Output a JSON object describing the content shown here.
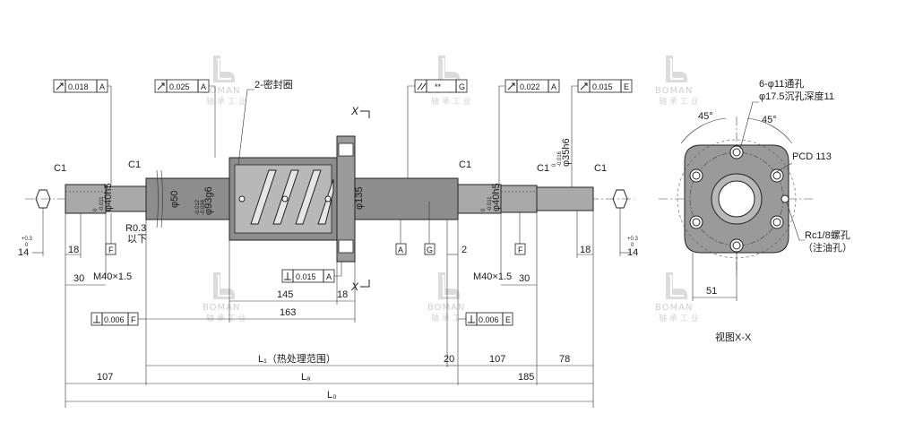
{
  "watermark": {
    "brand": "BOMAN",
    "cn": "轴 承 工 业"
  },
  "gdt": {
    "runout_left": {
      "tol": "0.018",
      "datum": "A"
    },
    "runout_mid": {
      "tol": "0.025",
      "datum": "A"
    },
    "special": {
      "tol": "**",
      "datum": "G"
    },
    "runout_r1": {
      "tol": "0.022",
      "datum": "A"
    },
    "runout_r2": {
      "tol": "0.015",
      "datum": "E"
    },
    "perp_flange": {
      "tol": "0.015",
      "datum": "A"
    },
    "perp_left": {
      "tol": "0.006",
      "datum": "F"
    },
    "perp_right": {
      "tol": "0.006",
      "datum": "E"
    }
  },
  "labels": {
    "seal": "2-密封圈",
    "c1": "C1",
    "r03": "R0.3",
    "r03b": "以下",
    "d40h5": "φ40h5",
    "d50": "φ50",
    "d93g6": "φ93g6",
    "d135": "φ135",
    "d35h6": "φ35h6",
    "thread": "M40×1.5",
    "datumA": "A",
    "datumG": "G",
    "datumF": "F",
    "x": "X",
    "tol011a": "0",
    "tol011b": "-0.011",
    "tol012a": "-0.012",
    "tol012b": "-0.034",
    "tol016a": "0",
    "tol016b": "-0.016",
    "tol03a": "+0.3",
    "tol03b": "0"
  },
  "dims": {
    "d14": "14",
    "d18": "18",
    "d30": "30",
    "d145": "145",
    "d163": "163",
    "d2": "2",
    "d107": "107",
    "d78": "78",
    "d20": "20",
    "d185": "185",
    "d51": "51",
    "l1": "L₁（热处理范围）",
    "la": "Lₐ",
    "lo": "L₀"
  },
  "view": {
    "holes": "6-φ11通孔",
    "cbore": "φ17.5沉孔深度11",
    "ang1": "45°",
    "ang2": "45°",
    "pcd": "PCD 113",
    "oil1": "Rc1/8螺孔",
    "oil2": "（注油孔）",
    "caption": "视图X-X"
  }
}
